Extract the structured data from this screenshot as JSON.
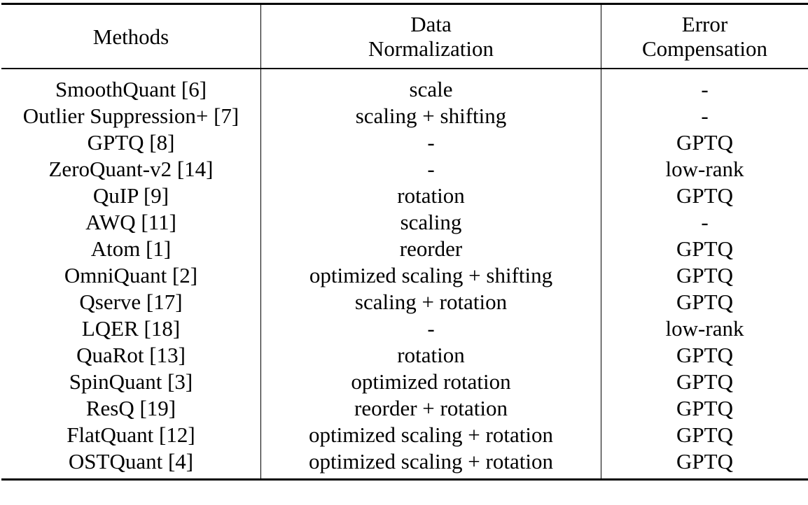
{
  "page": {
    "background_color": "#ffffff",
    "text_color": "#000000",
    "rule_color": "#000000"
  },
  "table": {
    "columns": [
      {
        "id": "methods",
        "label": "Methods"
      },
      {
        "id": "data_normalization",
        "label": "Data\nNormalization"
      },
      {
        "id": "error_compensation",
        "label": "Error\nCompensation"
      }
    ],
    "rows": [
      {
        "method": "SmoothQuant [6]",
        "data_normalization": "scale",
        "error_compensation": "-"
      },
      {
        "method": "Outlier Suppression+ [7]",
        "data_normalization": "scaling + shifting",
        "error_compensation": "-"
      },
      {
        "method": "GPTQ [8]",
        "data_normalization": "-",
        "error_compensation": "GPTQ"
      },
      {
        "method": "ZeroQuant-v2 [14]",
        "data_normalization": "-",
        "error_compensation": "low-rank"
      },
      {
        "method": "QuIP [9]",
        "data_normalization": "rotation",
        "error_compensation": "GPTQ"
      },
      {
        "method": "AWQ [11]",
        "data_normalization": "scaling",
        "error_compensation": "-"
      },
      {
        "method": "Atom [1]",
        "data_normalization": "reorder",
        "error_compensation": "GPTQ"
      },
      {
        "method": "OmniQuant [2]",
        "data_normalization": "optimized scaling + shifting",
        "error_compensation": "GPTQ"
      },
      {
        "method": "Qserve [17]",
        "data_normalization": "scaling + rotation",
        "error_compensation": "GPTQ"
      },
      {
        "method": "LQER [18]",
        "data_normalization": "-",
        "error_compensation": "low-rank"
      },
      {
        "method": "QuaRot [13]",
        "data_normalization": "rotation",
        "error_compensation": "GPTQ"
      },
      {
        "method": "SpinQuant [3]",
        "data_normalization": "optimized rotation",
        "error_compensation": "GPTQ"
      },
      {
        "method": "ResQ [19]",
        "data_normalization": "reorder + rotation",
        "error_compensation": "GPTQ"
      },
      {
        "method": "FlatQuant [12]",
        "data_normalization": "optimized scaling + rotation",
        "error_compensation": "GPTQ"
      },
      {
        "method": "OSTQuant [4]",
        "data_normalization": "optimized scaling + rotation",
        "error_compensation": "GPTQ"
      }
    ]
  }
}
